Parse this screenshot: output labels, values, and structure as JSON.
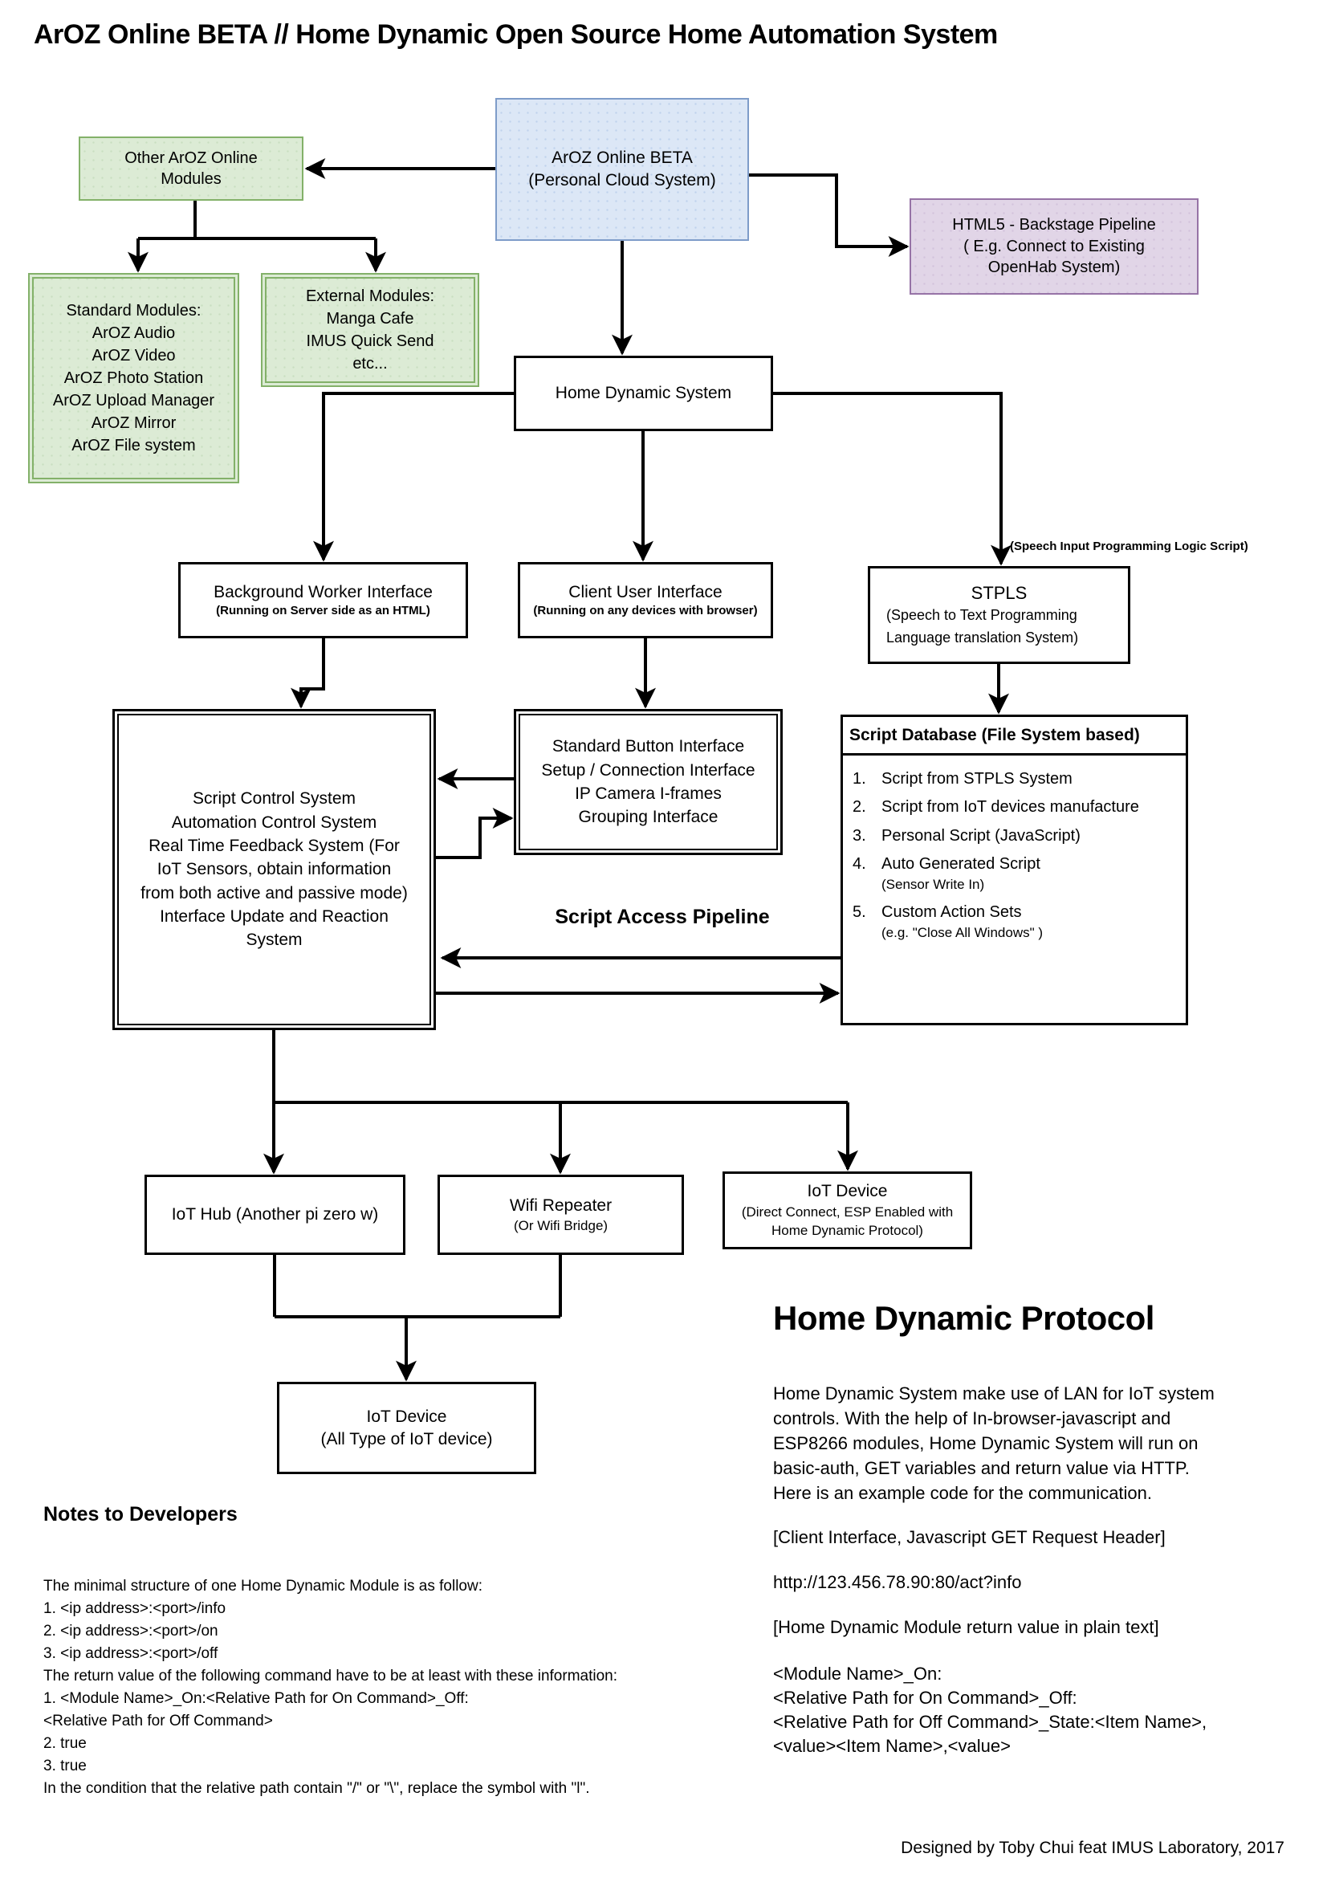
{
  "page": {
    "title": "ArOZ Online BETA //  Home Dynamic Open Source Home Automation System",
    "footer": "Designed by Toby Chui feat IMUS Laboratory, 2017"
  },
  "colors": {
    "node_blue_fill": "#dce7f6",
    "node_blue_border": "#7e9cc9",
    "node_green_fill": "#dcebd5",
    "node_green_border": "#83b169",
    "node_purple_fill": "#e1d5e7",
    "node_purple_border": "#9673a6",
    "line_color": "#000000"
  },
  "nodes": {
    "aroz_beta": {
      "line1": "ArOZ Online BETA",
      "line2": "(Personal Cloud System)"
    },
    "other_modules": {
      "line1": "Other ArOZ Online",
      "line2": "Modules"
    },
    "html5_pipeline": {
      "line1": "HTML5 - Backstage Pipeline",
      "line2": "( E.g. Connect to Existing",
      "line3": "OpenHab System)"
    },
    "standard_modules": {
      "lines": [
        "Standard Modules:",
        "ArOZ Audio",
        "ArOZ Video",
        "ArOZ Photo Station",
        "ArOZ Upload Manager",
        "ArOZ Mirror",
        "ArOZ File system"
      ]
    },
    "external_modules": {
      "lines": [
        "External Modules:",
        "Manga Cafe",
        "IMUS Quick Send",
        "etc..."
      ]
    },
    "home_dynamic_system": {
      "label": "Home Dynamic System"
    },
    "background_worker": {
      "title": "Background Worker Interface",
      "subtitle": "(Running on Server side as an HTML)"
    },
    "client_ui": {
      "title": "Client User Interface",
      "subtitle": "(Running on any devices with browser)"
    },
    "stpls": {
      "annotation": "(Speech Input Programming Logic Script)",
      "title": "STPLS",
      "line1": "(Speech to Text Programming",
      "line2": "Language translation System)"
    },
    "script_control": {
      "lines": [
        "Script Control System",
        "Automation Control System",
        "Real Time Feedback System (For",
        "IoT Sensors, obtain information",
        "from both active and passive mode)",
        "Interface Update and Reaction",
        "System"
      ]
    },
    "button_interface": {
      "lines": [
        "Standard Button Interface",
        "Setup / Connection Interface",
        "IP Camera I-frames",
        "Grouping Interface"
      ]
    },
    "script_database": {
      "header": "Script Database (File System based)",
      "items": [
        {
          "num": "1.",
          "text": "Script from STPLS System"
        },
        {
          "num": "2.",
          "text": "Script from IoT devices manufacture"
        },
        {
          "num": "3.",
          "text": "Personal Script (JavaScript)"
        },
        {
          "num": "4.",
          "text": "Auto Generated Script",
          "note": "(Sensor Write In)"
        },
        {
          "num": "5.",
          "text": "Custom Action Sets",
          "note": "(e.g. \"Close All Windows\" )"
        }
      ]
    },
    "script_access_pipeline": {
      "label": "Script Access Pipeline"
    },
    "iot_hub": {
      "label": "IoT Hub (Another pi zero w)"
    },
    "wifi_repeater": {
      "line1": "Wifi Repeater",
      "line2": "(Or Wifi Bridge)"
    },
    "iot_device_direct": {
      "line1": "IoT Device",
      "line2": "(Direct Connect, ESP Enabled with",
      "line3": "Home Dynamic Protocol)"
    },
    "iot_device_all": {
      "line1": "IoT Device",
      "line2": "(All Type of IoT device)"
    }
  },
  "notes": {
    "heading": "Notes to Developers",
    "lines": [
      "The minimal structure of one Home Dynamic Module is as follow:",
      "1. <ip address>:<port>/info",
      "2. <ip address>:<port>/on",
      "3. <ip address>:<port>/off",
      "The return value of the following command have to be at least with these information:",
      "1. <Module Name>_On:<Relative Path for On Command>_Off:",
      "<Relative Path for Off Command>",
      "2. true",
      "3. true",
      "In the condition that the relative path contain \"/\" or \"\\\", replace the symbol with \"l\"."
    ]
  },
  "protocol": {
    "heading": "Home Dynamic Protocol",
    "paragraph": [
      "Home Dynamic System make use of LAN for IoT system",
      "controls. With the help of In-browser-javascript and",
      "ESP8266 modules, Home Dynamic System will run on",
      "basic-auth, GET variables and return value via HTTP.",
      "Here is an example code for the communication."
    ],
    "request_header_label": "[Client Interface, Javascript GET Request Header]",
    "request_url": "http://123.456.78.90:80/act?info",
    "return_label": "[Home Dynamic Module return value in plain text]",
    "return_lines": [
      "<Module Name>_On:",
      "<Relative Path for On Command>_Off:",
      "<Relative Path for Off Command>_State:<Item Name>,",
      "<value><Item Name>,<value>"
    ]
  }
}
